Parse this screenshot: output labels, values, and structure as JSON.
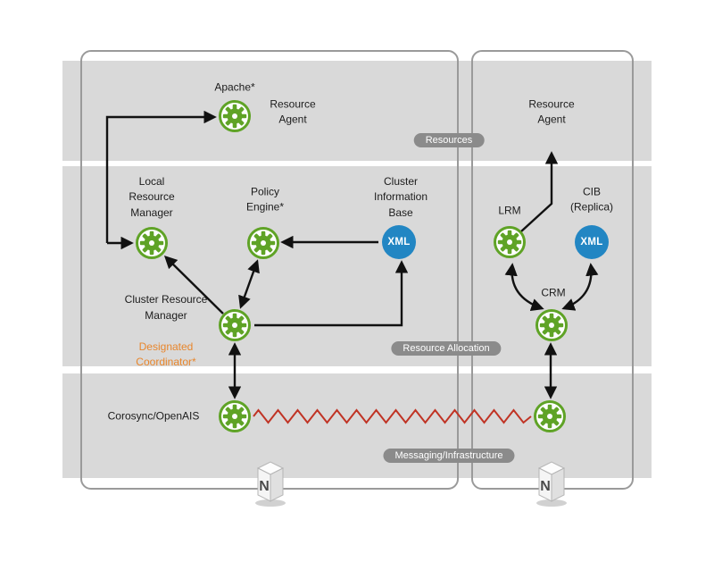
{
  "colors": {
    "band": "#d9d9d9",
    "node_border": "#9a9a9a",
    "gear_green": "#5fa326",
    "xml_blue": "#2286c3",
    "orange": "#e8862c",
    "pill_bg": "#8b8b8b",
    "pill_text": "#ffffff",
    "arrow": "#111111",
    "heartbeat": "#c03425",
    "text": "#1c1c1c"
  },
  "layers": {
    "resources": "Resources",
    "resource_allocation": "Resource Allocation",
    "messaging": "Messaging/Infrastructure"
  },
  "nodes": {
    "apache": "Apache*",
    "resource_agent_left": "Resource\nAgent",
    "resource_agent_right": "Resource\nAgent",
    "local_resource_manager": "Local\nResource\nManager",
    "policy_engine": "Policy\nEngine*",
    "cluster_information_base": "Cluster\nInformation\nBase",
    "lrm_right": "LRM",
    "cib_replica": "CIB\n(Replica)",
    "cluster_resource_manager": "Cluster Resource\nManager",
    "designated_coordinator": "Designated\nCoordinator*",
    "crm_right": "CRM",
    "corosync": "Corosync/OpenAIS",
    "xml_label": "XML",
    "server_letter": "N"
  }
}
